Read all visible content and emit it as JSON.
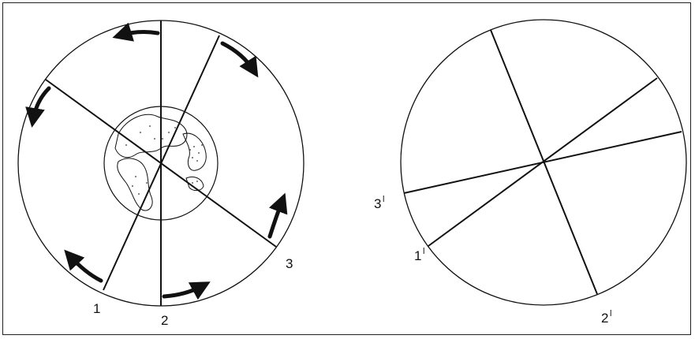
{
  "left_diagram": {
    "axis_labels": [
      "1",
      "2",
      "3"
    ]
  },
  "right_diagram": {
    "axis_labels": [
      {
        "main": "1",
        "mark": "l"
      },
      {
        "main": "2",
        "mark": "l"
      },
      {
        "main": "3",
        "mark": "l"
      }
    ]
  },
  "colors": {
    "line": "#111111",
    "background": "#ffffff"
  },
  "icons": [
    "rotation-arrow-icon",
    "earth-globe-icon"
  ]
}
